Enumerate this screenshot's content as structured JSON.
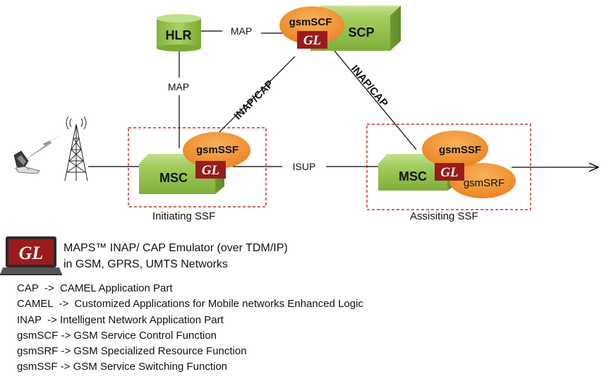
{
  "nodes": {
    "hlr": "HLR",
    "scp": "SCP",
    "gsmscf": "gsmSCF",
    "msc_initiating": "MSC",
    "gsmssf_initiating": "gsmSSF",
    "msc_assisting": "MSC",
    "gsmssf_assisting": "gsmSSF",
    "gsmsrf_assisting": "gsmSRF",
    "gl_badge": "GL"
  },
  "links": {
    "hlr_scp": "MAP",
    "hlr_msc": "MAP",
    "scf_initiating": "INAP/CAP",
    "scf_assisting": "INAP/CAP",
    "msc_msc": "ISUP"
  },
  "groups": {
    "initiating": "Initiating SSF",
    "assisting": "Assisiting SSF"
  },
  "product": {
    "logo": "GL",
    "line1": "MAPS™ INAP/ CAP Emulator (over TDM/IP)",
    "line2": "in GSM, GPRS, UMTS Networks"
  },
  "legend": [
    "CAP  ->  CAMEL Application Part",
    "CAMEL  ->  Customized Applications for Mobile networks Enhanced Logic",
    "INAP  -> Intelligent Network Application Part",
    "gsmSCF -> GSM Service Control Function",
    "gsmSRF -> GSM Specialized Resource Function",
    "gsmSSF -> GSM Service Switching Function"
  ],
  "colors": {
    "box_green": "#8fbf4a",
    "oval_orange": "#f39332",
    "gl_red": "#9a1b1b",
    "dash_red": "#c00000"
  }
}
